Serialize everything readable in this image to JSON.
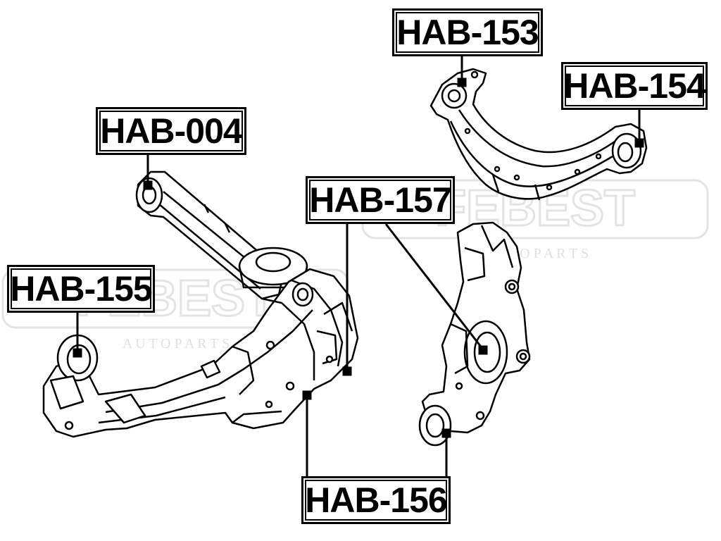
{
  "watermark": {
    "brand": "FEBEST",
    "tagline": "A U T O   P A R T S",
    "color": "#e6e6e6"
  },
  "labels": {
    "hab_153": "HAB-153",
    "hab_154": "HAB-154",
    "hab_004": "HAB-004",
    "hab_157": "HAB-157",
    "hab_155": "HAB-155",
    "hab_156": "HAB-156"
  },
  "colors": {
    "line": "#000000",
    "background": "#ffffff"
  }
}
